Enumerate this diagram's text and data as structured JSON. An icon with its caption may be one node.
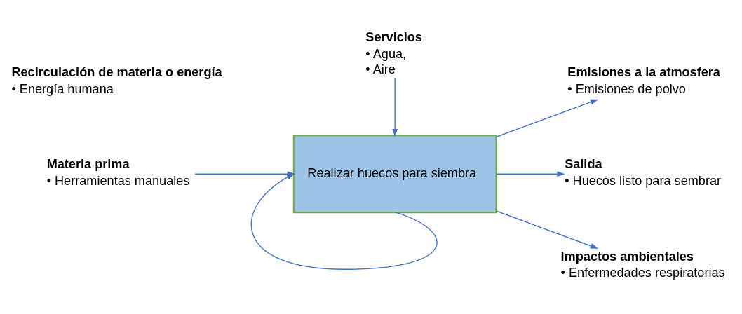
{
  "diagram": {
    "nodes": [
      {
        "text": [
          "Servicios",
          "• Agua,",
          "• Aire"
        ]
      },
      {
        "text": [
          "Emisiones a la atmosfera",
          "• Emisiones de polvo"
        ]
      },
      {
        "text": [
          "Materia prima",
          "• Herramientas manuales"
        ]
      },
      {
        "text": [
          "Realizar huecos para siembra"
        ]
      },
      {
        "text": [
          "Salida",
          "• Huecos listo para sembrar"
        ]
      },
      {
        "text": [
          "Recirculación de materia o energía",
          "• Energía humana"
        ]
      },
      {
        "text": [
          "Impactos ambientales",
          "• Enfermedades respiratorias"
        ]
      }
    ],
    "edges": [
      {
        "from": 2,
        "to": 3,
        "arrow": "to"
      },
      {
        "from": 0,
        "to": 3,
        "arrow": "to"
      },
      {
        "from": 3,
        "to": 1,
        "arrow": "to"
      },
      {
        "from": 3,
        "to": 4,
        "arrow": "to"
      },
      {
        "from": 3,
        "to": 6,
        "arrow": "to"
      },
      {
        "from": 3,
        "to": 3,
        "arrow": "to"
      }
    ]
  }
}
